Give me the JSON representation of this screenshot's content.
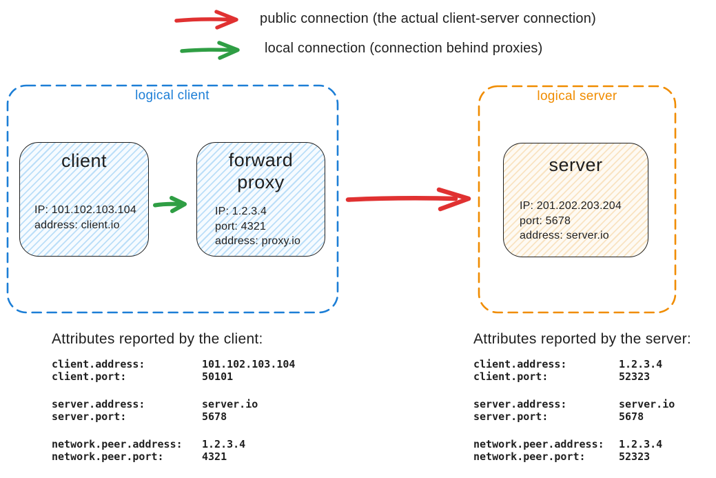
{
  "colors": {
    "public_red": "#e03131",
    "local_green": "#2f9e44",
    "logical_client_blue": "#1c7ed6",
    "logical_server_orange": "#f08c00",
    "ink": "#1e1e1e"
  },
  "legend": {
    "public": {
      "label": "public connection (the actual client-server connection)"
    },
    "local": {
      "label": "local connection (connection behind proxies)"
    }
  },
  "diagram": {
    "logical_client": {
      "label": "logical client",
      "client_node": {
        "title": "client",
        "lines": [
          "IP: 101.102.103.104",
          "address: client.io"
        ]
      },
      "proxy_node": {
        "title": "forward proxy",
        "lines": [
          "IP: 1.2.3.4",
          "port: 4321",
          "address: proxy.io"
        ]
      }
    },
    "logical_server": {
      "label": "logical server",
      "server_node": {
        "title": "server",
        "lines": [
          "IP: 201.202.203.204",
          "port: 5678",
          "address: server.io"
        ]
      }
    }
  },
  "client_attributes": {
    "heading": "Attributes reported by the client:",
    "groups": [
      [
        {
          "key": "client.address:",
          "value": "101.102.103.104"
        },
        {
          "key": "client.port:",
          "value": "50101"
        }
      ],
      [
        {
          "key": "server.address:",
          "value": "server.io"
        },
        {
          "key": "server.port:",
          "value": "5678"
        }
      ],
      [
        {
          "key": "network.peer.address:",
          "value": "1.2.3.4"
        },
        {
          "key": "network.peer.port:",
          "value": "4321"
        }
      ]
    ]
  },
  "server_attributes": {
    "heading": "Attributes reported by the server:",
    "groups": [
      [
        {
          "key": "client.address:",
          "value": "1.2.3.4"
        },
        {
          "key": "client.port:",
          "value": "52323"
        }
      ],
      [
        {
          "key": "server.address:",
          "value": "server.io"
        },
        {
          "key": "server.port:",
          "value": "5678"
        }
      ],
      [
        {
          "key": "network.peer.address:",
          "value": "1.2.3.4"
        },
        {
          "key": "network.peer.port:",
          "value": "52323"
        }
      ]
    ]
  }
}
